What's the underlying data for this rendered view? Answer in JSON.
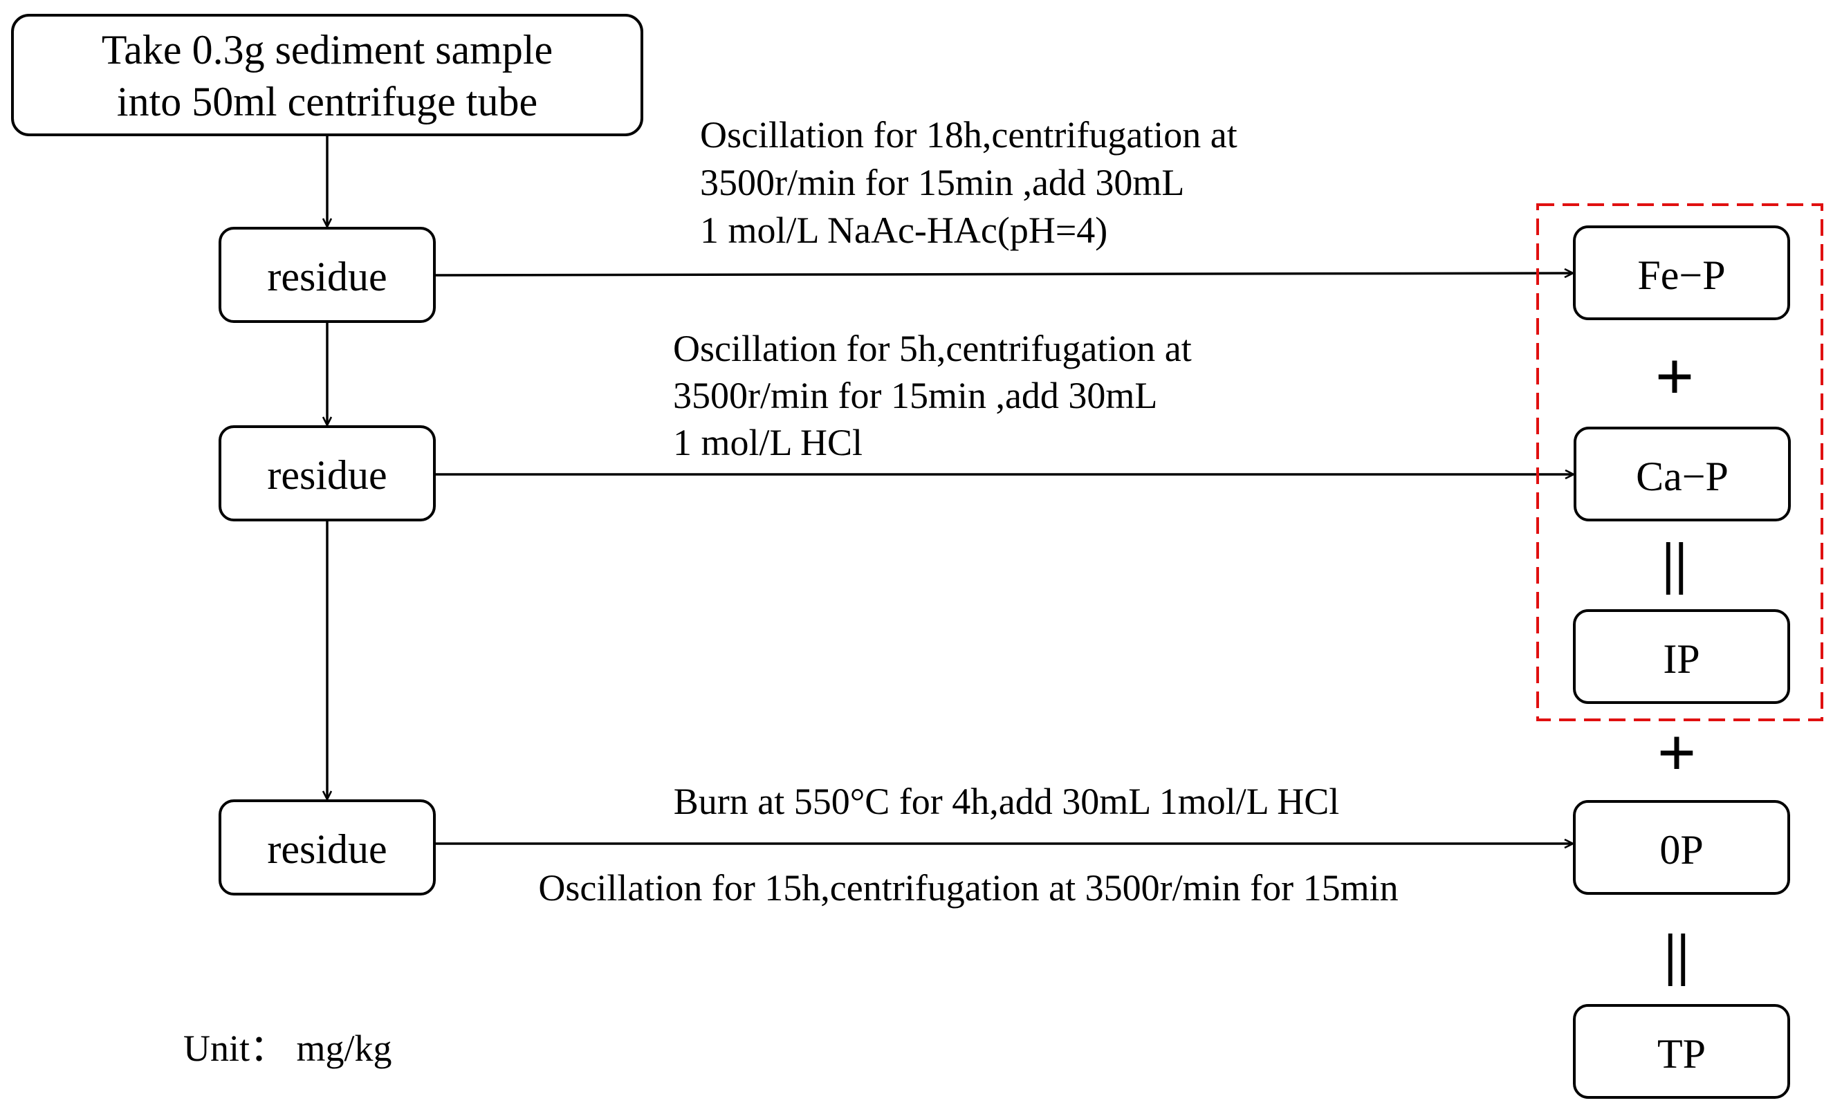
{
  "start_box": {
    "line1": "Take 0.3g sediment sample",
    "line2": "into 50ml centrifuge tube"
  },
  "residue_label": "residue",
  "step1": {
    "line1": "Oscillation for 18h,centrifugation at",
    "line2": "3500r/min for 15min ,add 30mL",
    "line3": "1 mol/L NaAc-HAc(pH=4)"
  },
  "step2": {
    "line1": "Oscillation for 5h,centrifugation at",
    "line2": "3500r/min for 15min ,add 30mL",
    "line3": "1 mol/L HCl"
  },
  "step3": {
    "above": "Burn at 550°C for 4h,add 30mL 1mol/L HCl",
    "below": "Oscillation for 15h,centrifugation at 3500r/min for 15min"
  },
  "results": {
    "fe_p": "Fe−P",
    "ca_p": "Ca−P",
    "ip": "IP",
    "op": "0P",
    "tp": "TP"
  },
  "operators": {
    "plus": "+",
    "equals": "||"
  },
  "unit": "Unit： mg/kg",
  "colors": {
    "stroke": "#000000",
    "highlight_dash": "#e01010"
  }
}
